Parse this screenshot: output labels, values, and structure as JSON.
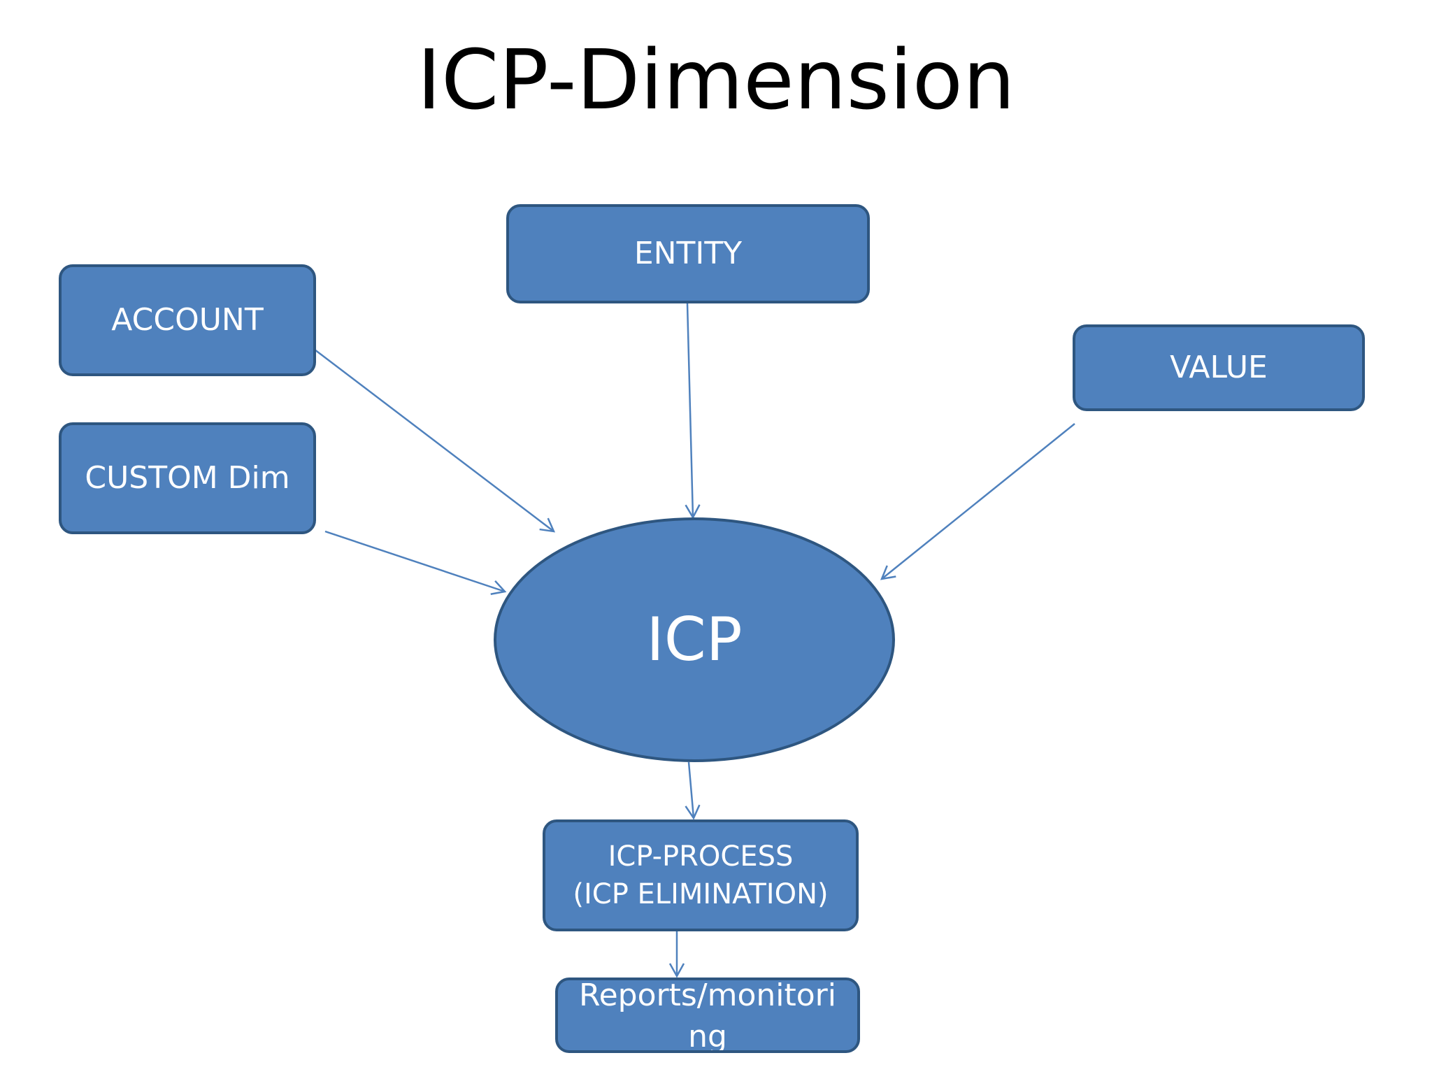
{
  "title": "ICP-Dimension",
  "colors": {
    "node_fill": "#4f81bd",
    "node_border": "#2e5680",
    "edge": "#4f81bd",
    "text": "#ffffff"
  },
  "nodes": {
    "entity": "ENTITY",
    "account": "ACCOUNT",
    "value": "VALUE",
    "custom_dim": "CUSTOM Dim",
    "icp": "ICP",
    "icp_process": {
      "line1": "ICP-PROCESS",
      "line2": "(ICP ELIMINATION)"
    },
    "reports": "Reports/monitoring"
  }
}
